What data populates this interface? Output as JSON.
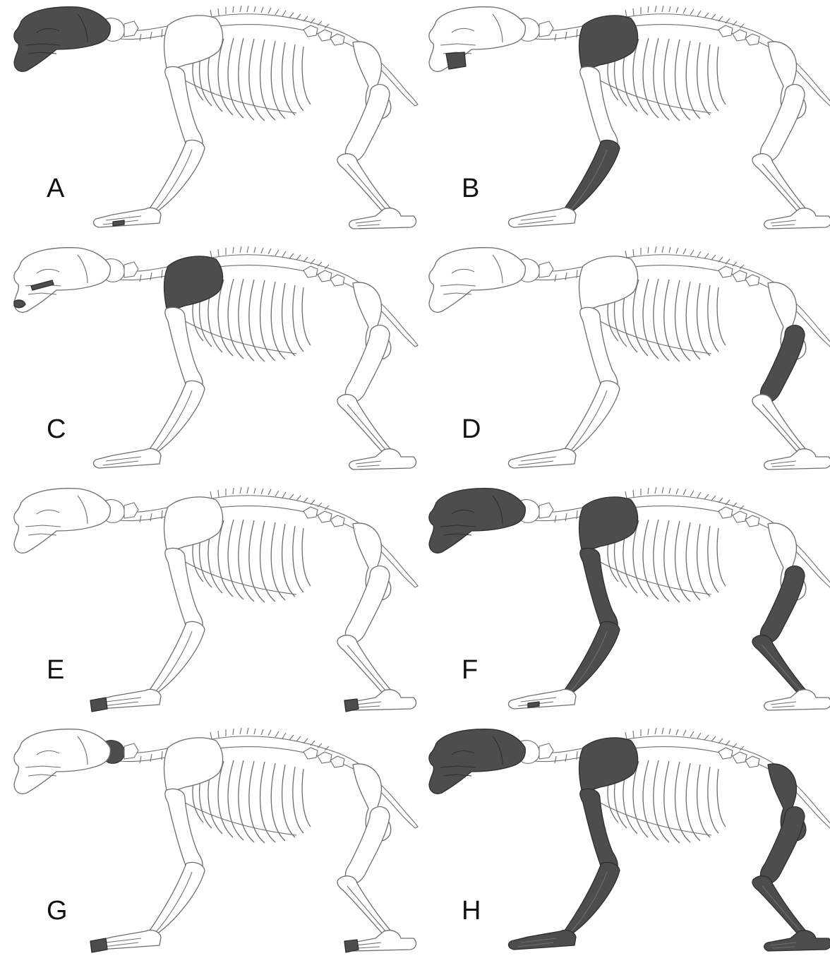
{
  "figure": {
    "panels": [
      {
        "label": "A",
        "highlighted": [
          "skull",
          "forefoot_digit"
        ]
      },
      {
        "label": "B",
        "highlighted": [
          "scapula",
          "forearm",
          "mandible_patch"
        ]
      },
      {
        "label": "C",
        "highlighted": [
          "scapula",
          "incisors",
          "tooth_row"
        ]
      },
      {
        "label": "D",
        "highlighted": [
          "femur"
        ]
      },
      {
        "label": "E",
        "highlighted": [
          "fore_claws",
          "hind_claws"
        ]
      },
      {
        "label": "F",
        "highlighted": [
          "skull",
          "scapula",
          "humerus",
          "forearm",
          "femur",
          "tibia",
          "forefoot_digit"
        ]
      },
      {
        "label": "G",
        "highlighted": [
          "atlas",
          "fore_claws",
          "hind_claws"
        ]
      },
      {
        "label": "H",
        "highlighted": [
          "skull",
          "scapula",
          "humerus",
          "forearm",
          "forepaw",
          "pelvis",
          "femur",
          "tibia",
          "hindpaw"
        ]
      }
    ],
    "colors": {
      "highlight": "#4d4d4d",
      "outline": "#6e6e6e",
      "background": "#ffffff"
    }
  }
}
